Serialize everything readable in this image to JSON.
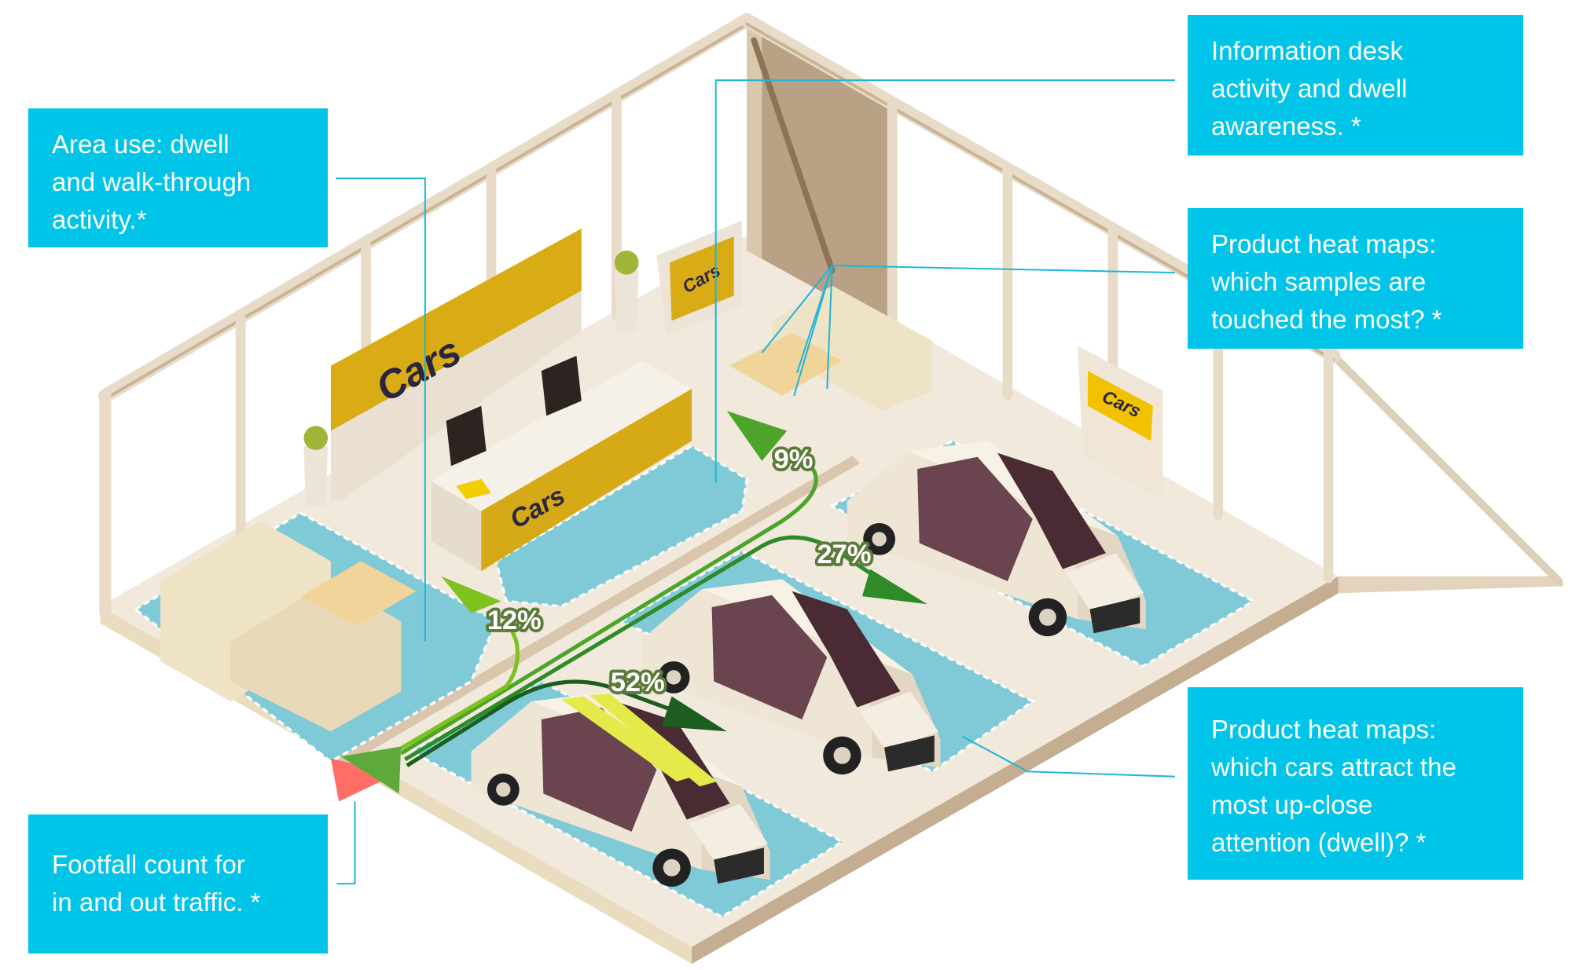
{
  "callouts": {
    "area_use": {
      "lines": [
        "Area use:  dwell",
        "and walk-through",
        "activity.*"
      ]
    },
    "info_desk": {
      "lines": [
        "Information desk",
        "activity and dwell",
        "awareness. *"
      ]
    },
    "samples": {
      "lines": [
        "Product heat maps:",
        "which samples are",
        "touched the most? *"
      ]
    },
    "cars": {
      "lines": [
        "Product heat maps:",
        "which cars attract the",
        "most up-close",
        "attention (dwell)? *"
      ]
    },
    "footfall": {
      "lines": [
        "Footfall count for",
        "in and out traffic. *"
      ]
    }
  },
  "flows": [
    {
      "id": "info-desk",
      "label": "9%",
      "value": 9,
      "color": "#4ca52a"
    },
    {
      "id": "car-back",
      "label": "27%",
      "value": 27,
      "color": "#2e8b27"
    },
    {
      "id": "lounge",
      "label": "12%",
      "value": 12,
      "color": "#7dc21e"
    },
    {
      "id": "car-front",
      "label": "52%",
      "value": 52,
      "color": "#1b5e20"
    }
  ],
  "brand": {
    "logo_text": "Cars",
    "accent": "#00c5e8",
    "sign_color": "#d9ab14"
  }
}
